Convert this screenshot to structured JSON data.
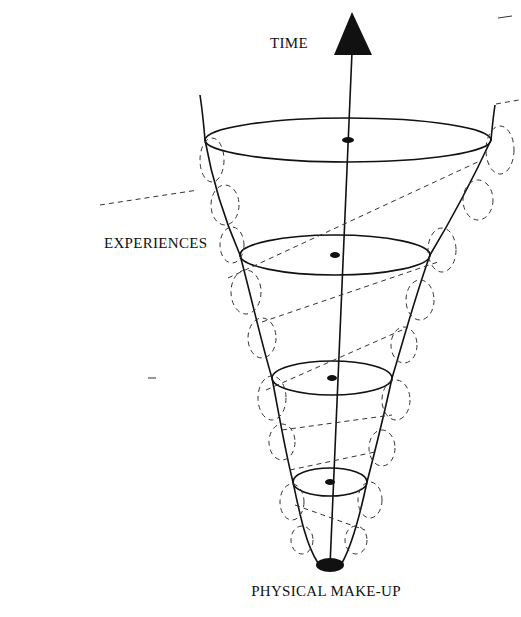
{
  "diagram": {
    "labels": [
      "TIME",
      "EXPERIENCES",
      "PHYSICAL MAKE-UP"
    ]
  }
}
